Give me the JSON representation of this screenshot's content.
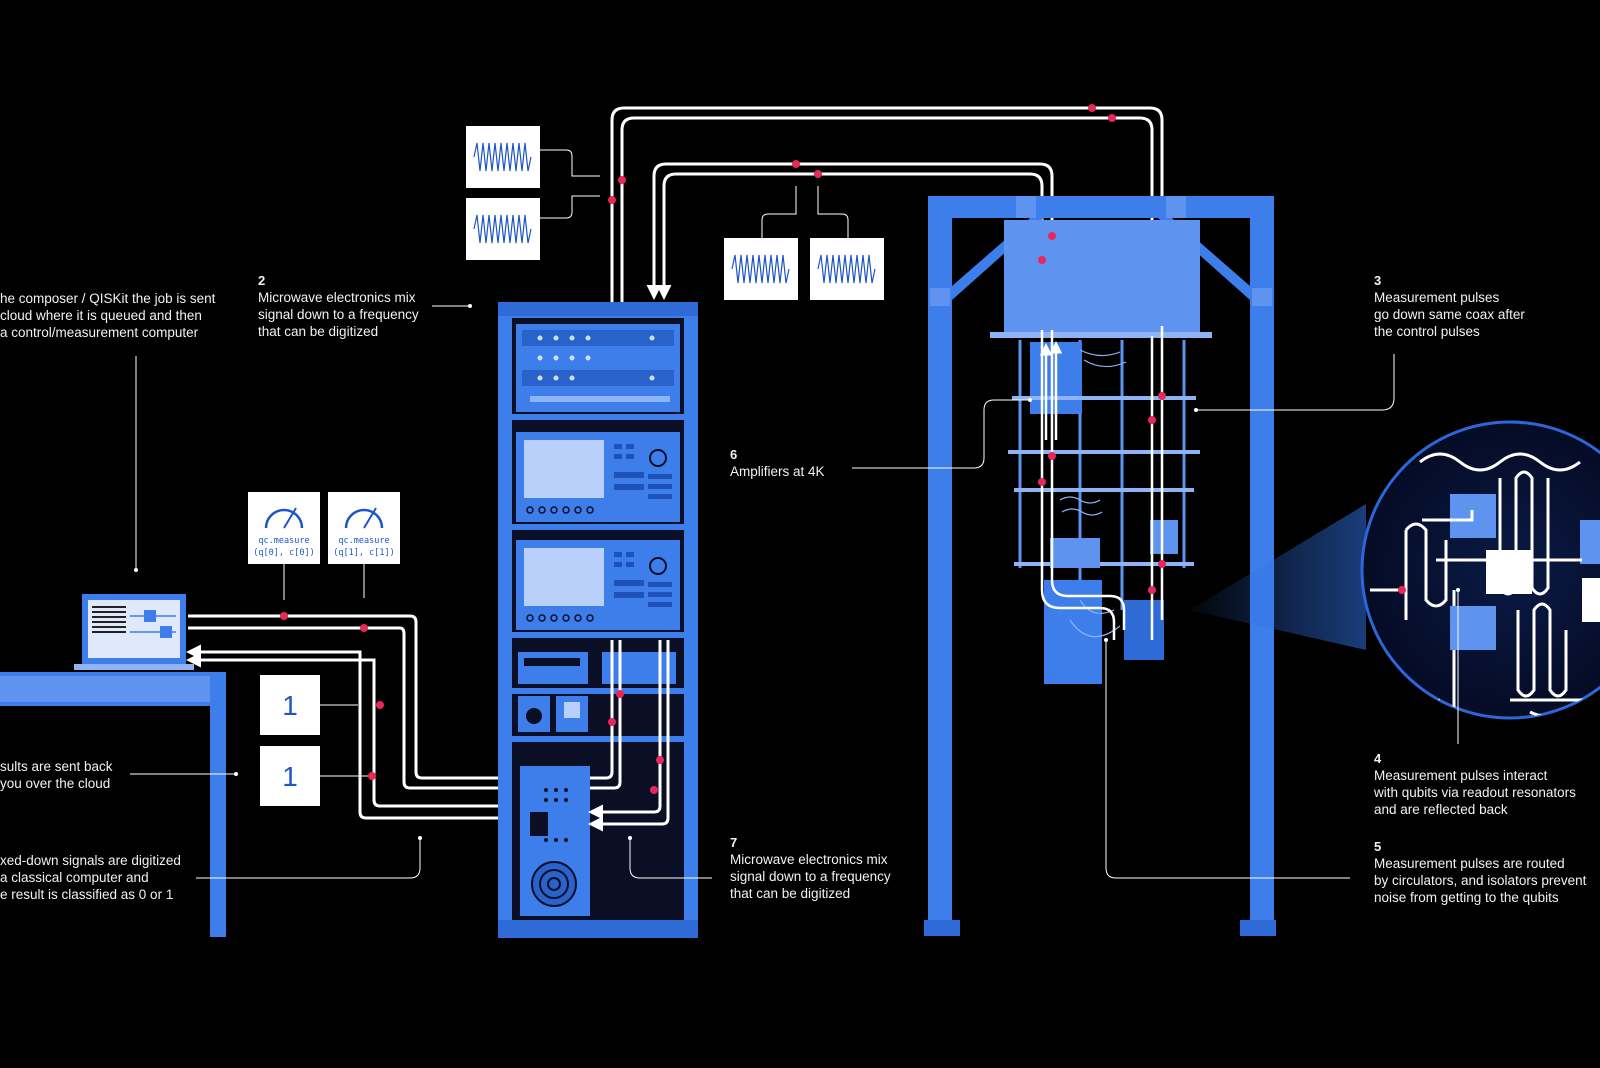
{
  "colors": {
    "background": "#000000",
    "equipment_blue": "#3d7eea",
    "equipment_light": "#8fb4f5",
    "signal_line": "#ffffff",
    "pulse_dot": "#e8285a"
  },
  "annotations": {
    "step_1": {
      "number": "",
      "text": "he composer / QISKit the job is sent\ncloud where it is queued and then\na control/measurement computer"
    },
    "step_2": {
      "number": "2",
      "text": "Microwave electronics mix\nsignal down to a frequency\nthat can be digitized"
    },
    "step_3": {
      "number": "3",
      "text": "Measurement pulses\ngo down same coax after\nthe control pulses"
    },
    "step_4": {
      "number": "4",
      "text": "Measurement pulses interact\nwith qubits via readout resonators\nand are reflected back"
    },
    "step_5": {
      "number": "5",
      "text": "Measurement pulses are routed\nby circulators, and isolators prevent\nnoise from getting to the qubits"
    },
    "step_6": {
      "number": "6",
      "text": "Amplifiers at 4K"
    },
    "step_7": {
      "number": "7",
      "text": "Microwave electronics mix\nsignal down to a frequency\nthat can be digitized"
    },
    "step_results": {
      "number": "",
      "text": "sults are sent back\nyou over the cloud"
    },
    "step_digitized": {
      "number": "",
      "text": "xed-down signals are digitized\na classical computer and\ne result is classified as 0 or 1"
    }
  },
  "measure_cards": [
    {
      "code": "qc.measure",
      "args": "(q[0], c[0])",
      "icon": "gauge-icon"
    },
    {
      "code": "qc.measure",
      "args": "(q[1], c[1])",
      "icon": "gauge-icon"
    }
  ],
  "result_cards": [
    {
      "value": "1"
    },
    {
      "value": "1"
    }
  ],
  "waveform_cards": [
    {
      "icon": "waveform-icon"
    },
    {
      "icon": "waveform-icon"
    },
    {
      "icon": "waveform-icon"
    },
    {
      "icon": "waveform-icon"
    }
  ]
}
